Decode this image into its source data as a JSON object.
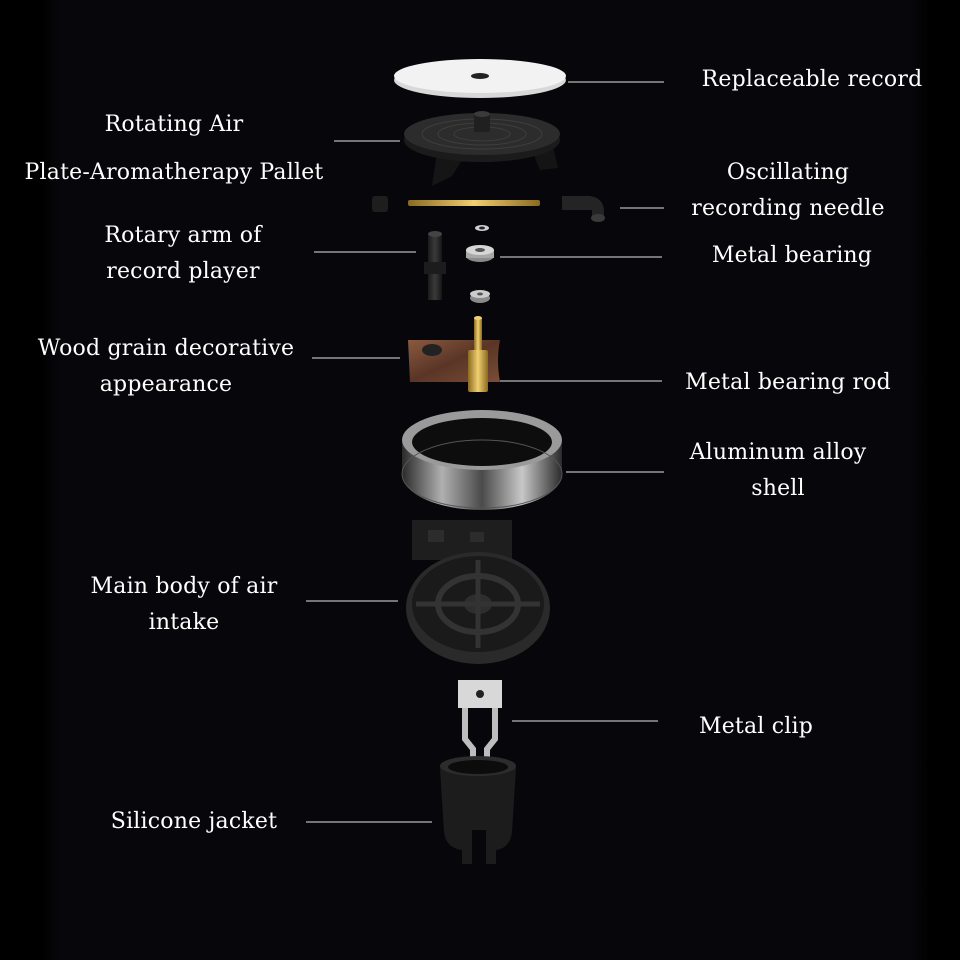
{
  "colors": {
    "background": "#07070b",
    "text": "#ffffff",
    "leader_line": "#9a9a9a",
    "brass": "#c9a24a",
    "wood": "#6b4534",
    "record": "#f2f2f2"
  },
  "labels": {
    "replaceable_record": [
      "Replaceable record"
    ],
    "rotating_air_plate": [
      "Rotating Air",
      "Plate-Aromatherapy Pallet"
    ],
    "oscillating_needle": [
      "Oscillating",
      "recording needle"
    ],
    "rotary_arm": [
      "Rotary arm of",
      "record player"
    ],
    "metal_bearing": [
      "Metal bearing"
    ],
    "wood_grain": [
      "Wood grain decorative",
      "appearance"
    ],
    "metal_bearing_rod": [
      "Metal bearing rod"
    ],
    "aluminum_shell": [
      "Aluminum alloy",
      "shell"
    ],
    "main_body": [
      "Main body of air",
      "intake"
    ],
    "metal_clip": [
      "Metal clip"
    ],
    "silicone_jacket": [
      "Silicone jacket"
    ]
  }
}
